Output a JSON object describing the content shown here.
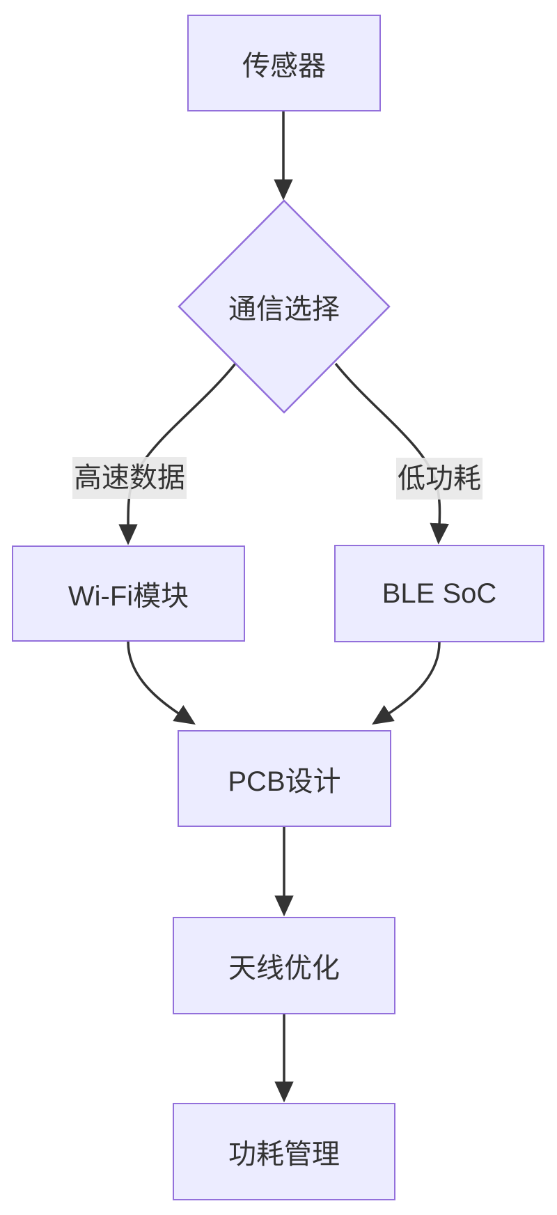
{
  "nodes": {
    "sensor": {
      "label": "传感器"
    },
    "decision": {
      "label": "通信选择"
    },
    "wifi": {
      "label": "Wi-Fi模块"
    },
    "ble": {
      "label": "BLE SoC"
    },
    "pcb": {
      "label": "PCB设计"
    },
    "antenna": {
      "label": "天线优化"
    },
    "power": {
      "label": "功耗管理"
    }
  },
  "edge_labels": {
    "high_speed": "高速数据",
    "low_power": "低功耗"
  },
  "colors": {
    "node_fill": "#ECECFF",
    "node_border": "#9370DB",
    "edge_line": "#333333",
    "text": "#333333",
    "edge_label_bg": "#e8e8e8"
  }
}
